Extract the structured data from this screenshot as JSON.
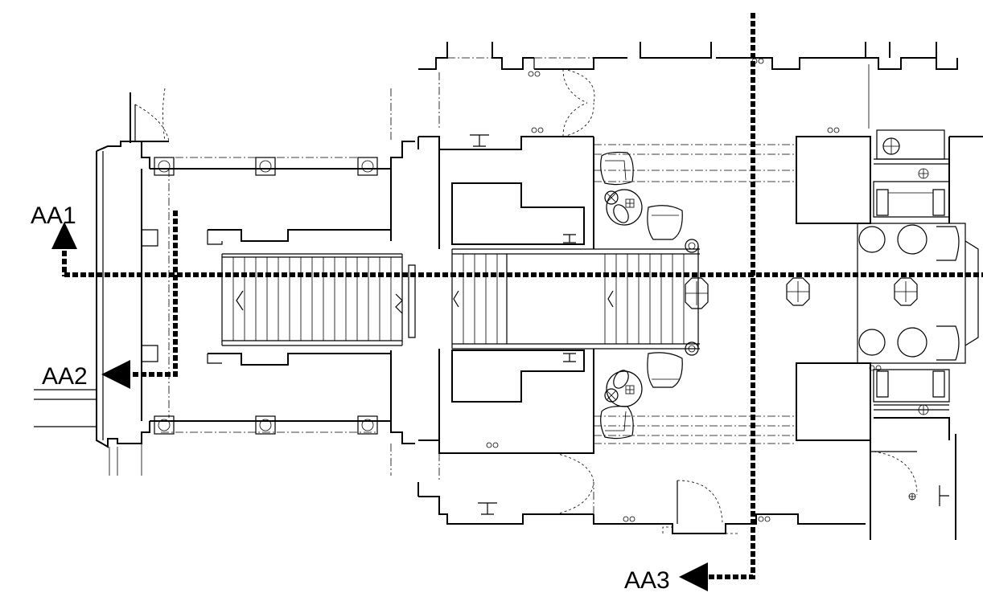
{
  "section_markers": [
    {
      "id": "aa1",
      "label": "AA1",
      "direction": "up"
    },
    {
      "id": "aa2",
      "label": "AA2",
      "direction": "left"
    },
    {
      "id": "aa3",
      "label": "AA3",
      "direction": "left"
    }
  ]
}
